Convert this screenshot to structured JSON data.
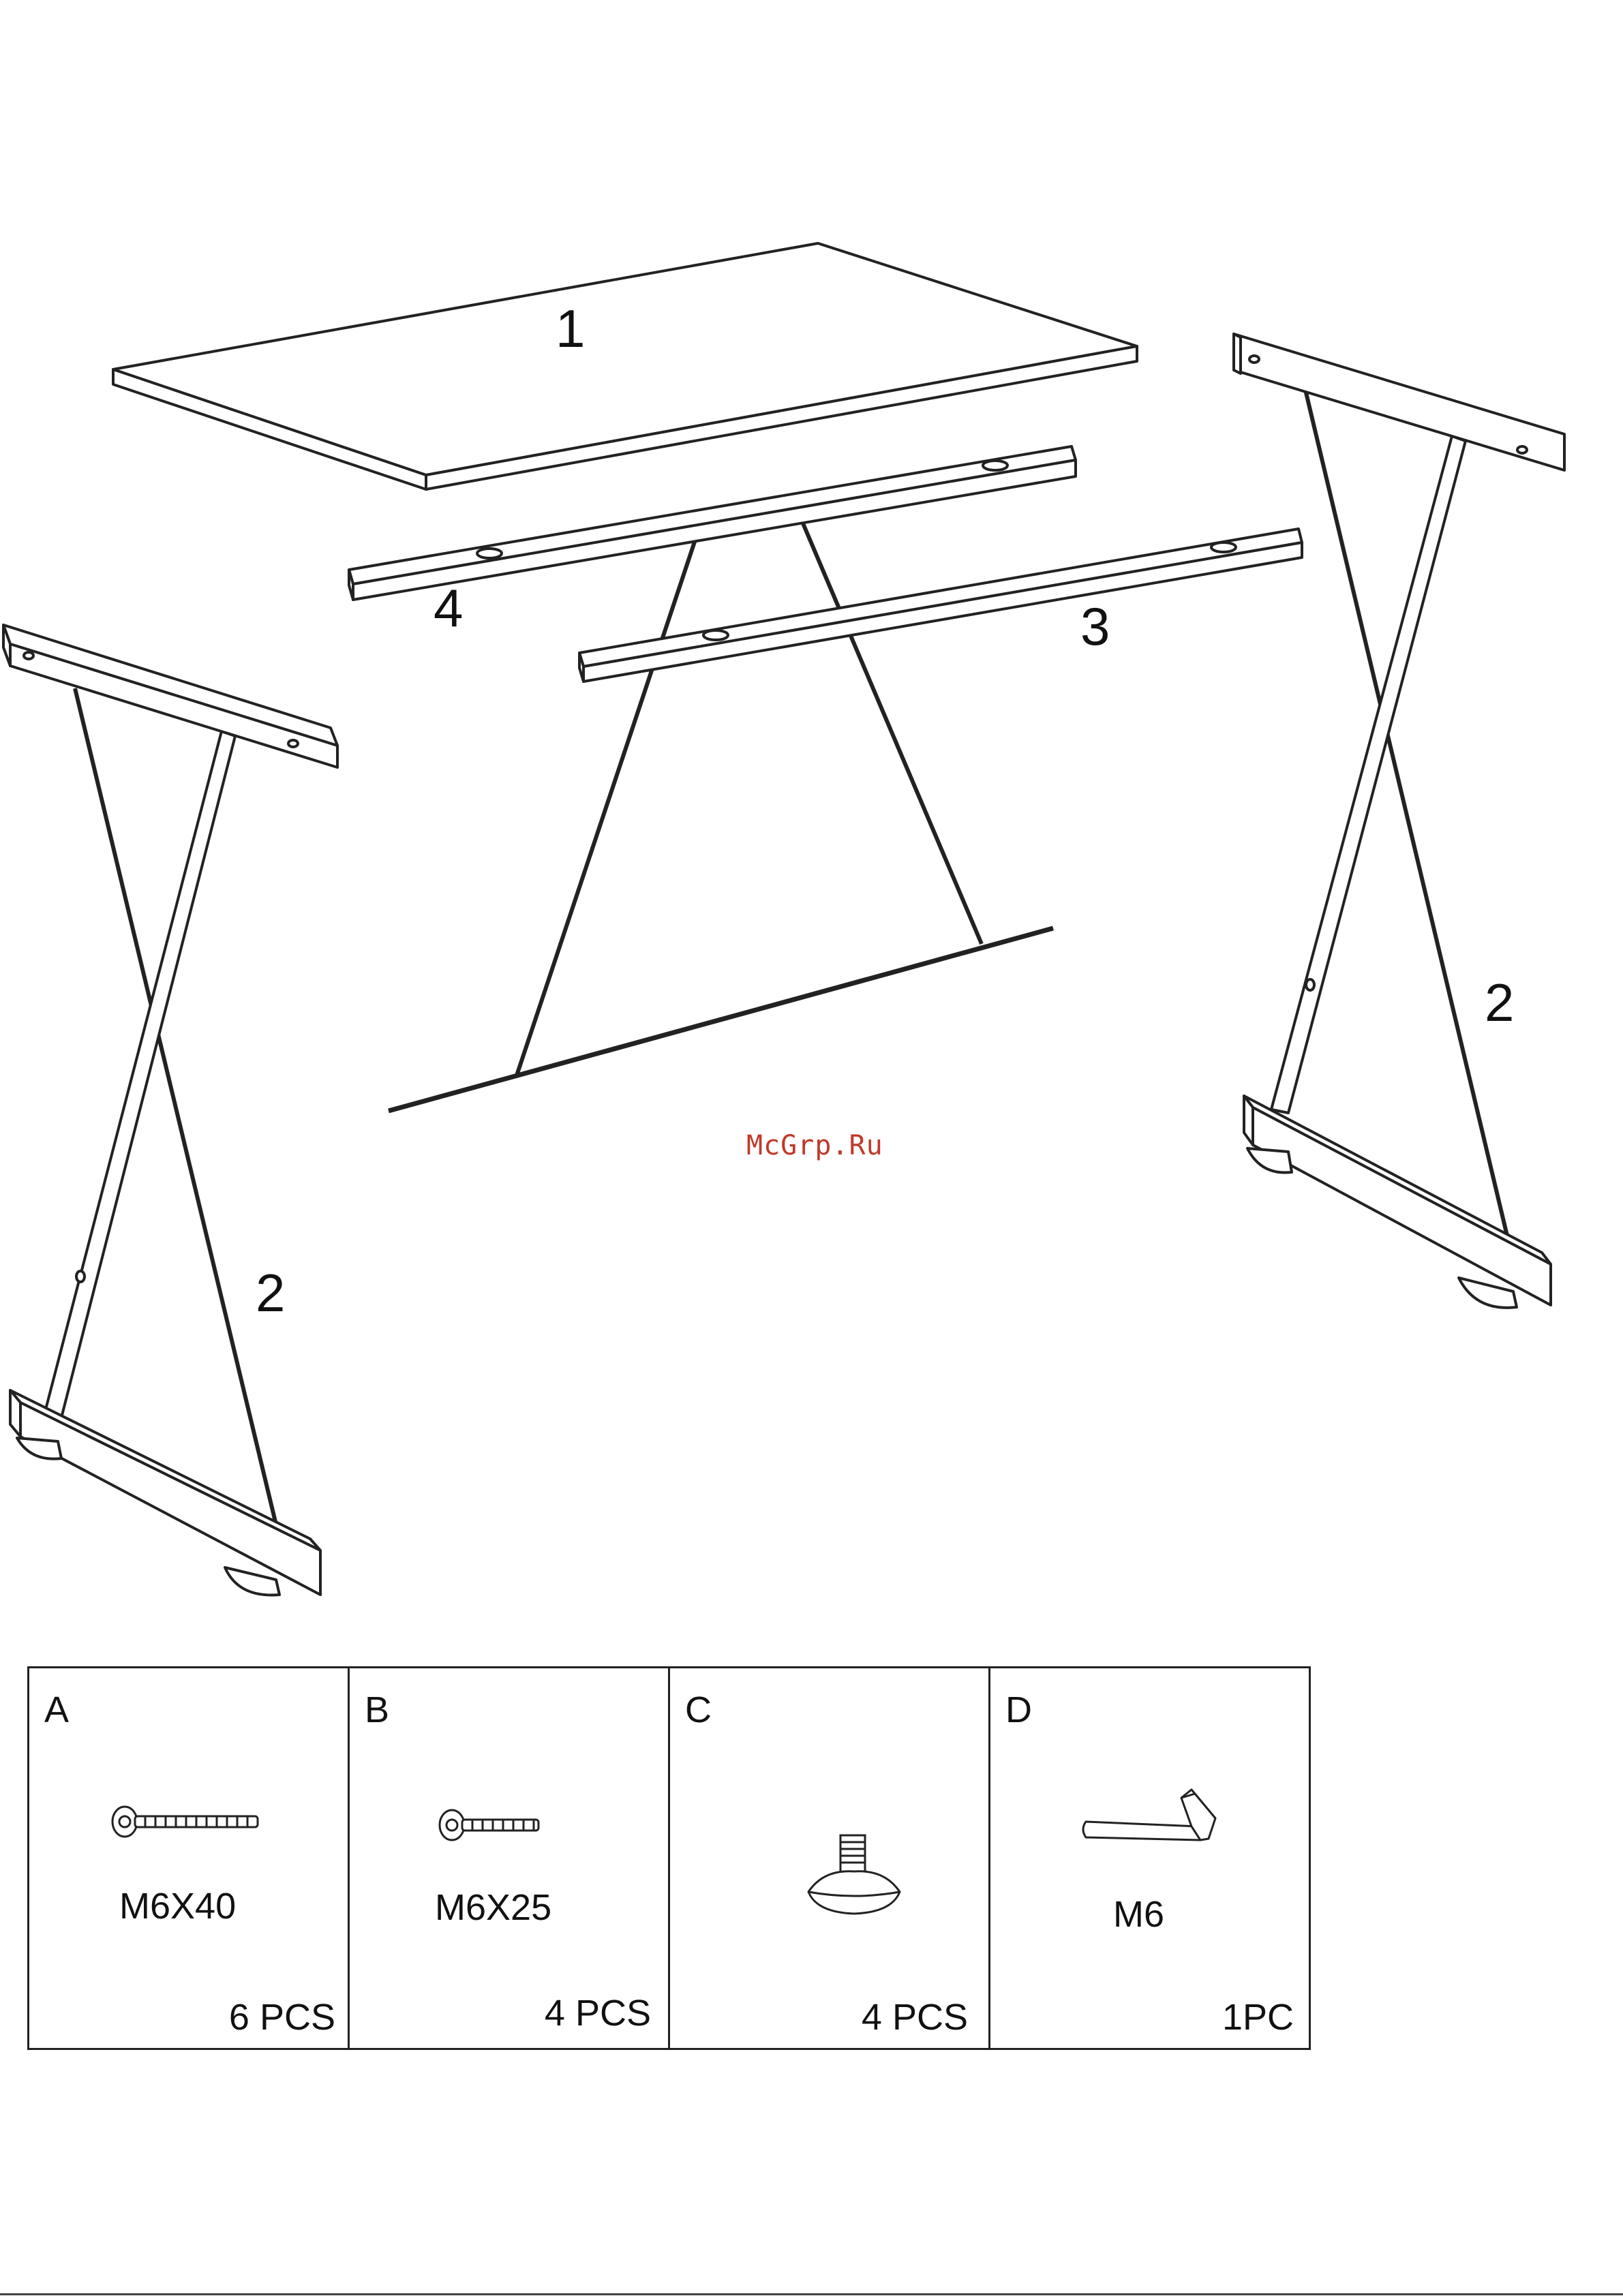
{
  "diagram": {
    "labels": {
      "tabletop": "1",
      "leg_right": "2",
      "leg_left": "2",
      "rail_front": "3",
      "rail_back": "4"
    }
  },
  "watermark": "McGrp.Ru",
  "parts": [
    {
      "letter": "A",
      "spec": "M6X40",
      "qty": "6 PCS",
      "icon": "long-bolt-icon"
    },
    {
      "letter": "B",
      "spec": "M6X25",
      "qty": "4 PCS",
      "icon": "short-bolt-icon"
    },
    {
      "letter": "C",
      "spec": "",
      "qty": "4 PCS",
      "icon": "leveling-foot-icon"
    },
    {
      "letter": "D",
      "spec": "M6",
      "qty": "1PC",
      "icon": "hex-key-icon"
    }
  ]
}
